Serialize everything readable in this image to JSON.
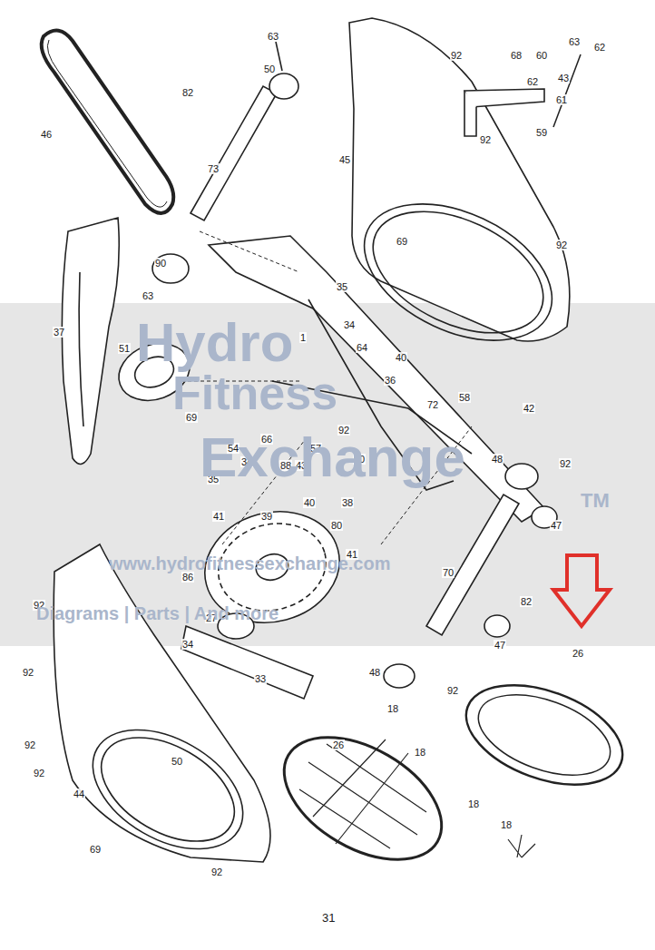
{
  "diagram": {
    "labels": [
      "63",
      "50",
      "82",
      "73",
      "46",
      "45",
      "92",
      "68",
      "60",
      "63",
      "62",
      "43",
      "61",
      "62",
      "59",
      "92",
      "69",
      "92",
      "37",
      "90",
      "63",
      "35",
      "34",
      "1",
      "64",
      "51",
      "40",
      "36",
      "58",
      "42",
      "72",
      "69",
      "54",
      "66",
      "34",
      "35",
      "92",
      "57",
      "90",
      "88",
      "43",
      "40",
      "38",
      "39",
      "80",
      "48",
      "92",
      "47",
      "41",
      "41",
      "86",
      "70",
      "82",
      "47",
      "27",
      "34",
      "33",
      "26",
      "48",
      "92",
      "18",
      "18",
      "18",
      "18",
      "26",
      "92",
      "92",
      "92",
      "92",
      "50",
      "44",
      "69",
      "92",
      "31",
      "Hydro",
      "Fitness",
      "Exchange",
      "TM",
      "www.hydrofitnessexchange.com",
      "Diagrams | Parts | And more"
    ]
  }
}
